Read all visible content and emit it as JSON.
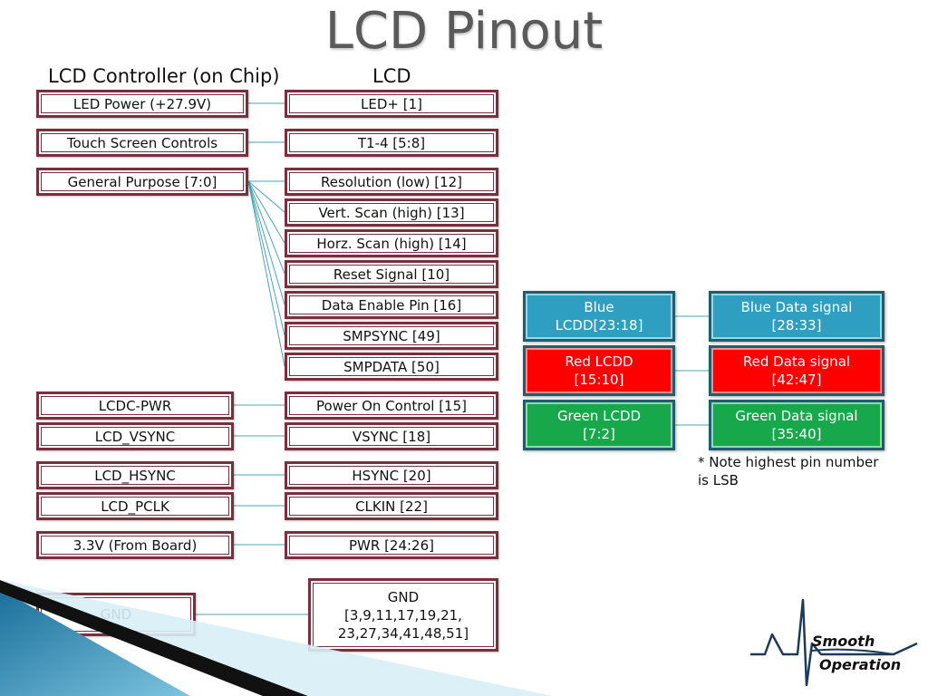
{
  "title": "LCD Pinout",
  "headers": {
    "left": "LCD Controller (on Chip)",
    "right": "LCD"
  },
  "left_boxes": [
    "LED Power (+27.9V)",
    "Touch Screen Controls",
    "General Purpose [7:0]",
    "LCDC-PWR",
    "LCD_VSYNC",
    "LCD_HSYNC",
    "LCD_PCLK",
    "3.3V  (From Board)",
    "GND"
  ],
  "right_boxes": [
    "LED+ [1]",
    "T1-4 [5:8]",
    "Resolution (low) [12]",
    "Vert. Scan (high) [13]",
    "Horz. Scan (high) [14]",
    "Reset Signal [10]",
    "Data Enable Pin [16]",
    "SMPSYNC [49]",
    "SMPDATA [50]",
    "Power On Control [15]",
    "VSYNC [18]",
    "HSYNC [20]",
    "CLKIN [22]",
    "PWR [24:26]",
    "GND\n[3,9,11,17,19,21,\n23,27,34,41,48,51]"
  ],
  "color_pairs": [
    {
      "left": "Blue\nLCDD[23:18]",
      "right": "Blue Data signal\n[28:33]",
      "color": "#2e9fc0"
    },
    {
      "left": "Red LCDD\n[15:10]",
      "right": "Red Data signal\n[42:47]",
      "color": "#ff0000"
    },
    {
      "left": "Green LCDD\n[7:2]",
      "right": "Green Data signal\n[35:40]",
      "color": "#17a84b"
    }
  ],
  "note": "* Note highest pin number is LSB",
  "logo": {
    "line1": "Smooth",
    "line2": "Operation"
  },
  "colors": {
    "box_border": "#7a2f3f",
    "connector": "#4aa3b5",
    "title": "#5a5a5a"
  }
}
